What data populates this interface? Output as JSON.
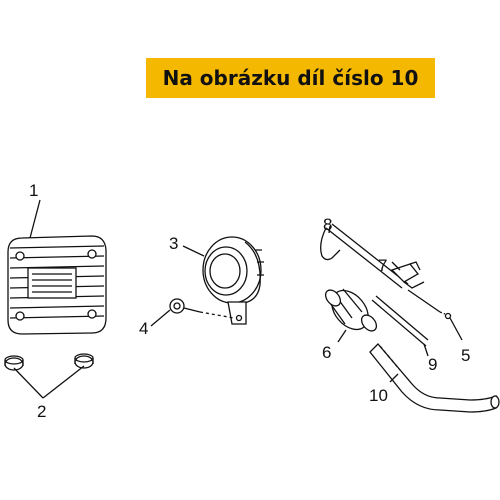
{
  "banner": {
    "text": "Na obrázku díl číslo 10",
    "color": "#f5b800"
  },
  "callouts": {
    "c1": "1",
    "c2": "2",
    "c3": "3",
    "c4": "4",
    "c5": "5",
    "c6": "6",
    "c7": "7",
    "c8": "8",
    "c9": "9",
    "c10": "10"
  },
  "colors": {
    "line": "#111111",
    "parts_fill": "#ffffff"
  }
}
